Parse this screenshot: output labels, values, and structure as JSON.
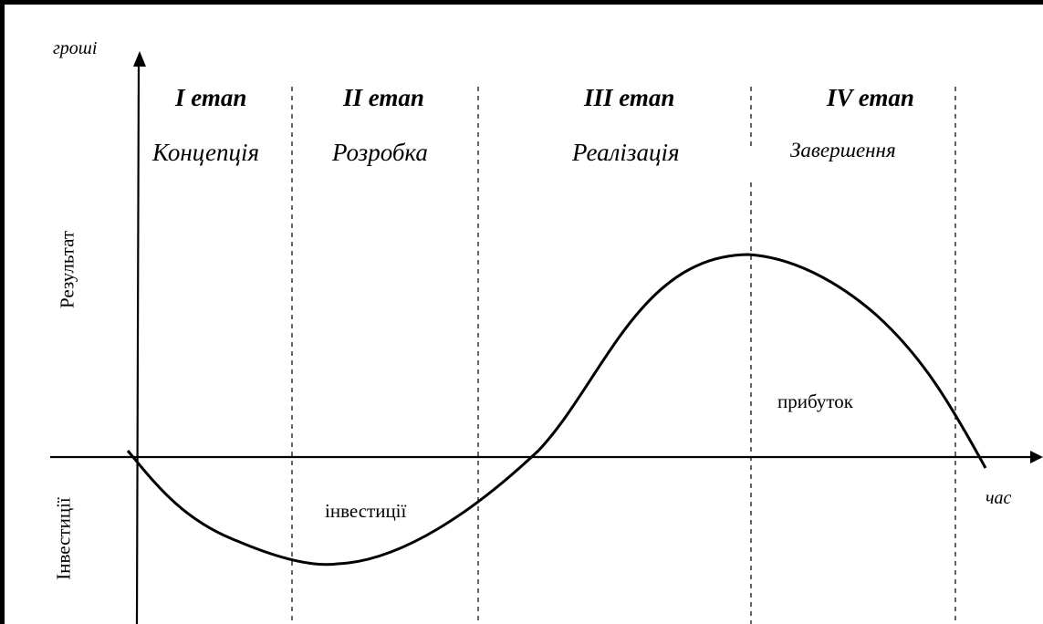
{
  "axes": {
    "y_label": "гроші",
    "x_label": "час",
    "upper_side_label": "Результат",
    "lower_side_label": "Інвестиції"
  },
  "stages": [
    {
      "number": "I етап",
      "name": "Концепція"
    },
    {
      "number": "II етап",
      "name": "Розробка"
    },
    {
      "number": "III етап",
      "name": "Реалізація"
    },
    {
      "number": "IV етап",
      "name": "Завершення"
    }
  ],
  "regions": {
    "positive": "прибуток",
    "negative": "інвестиції"
  }
}
